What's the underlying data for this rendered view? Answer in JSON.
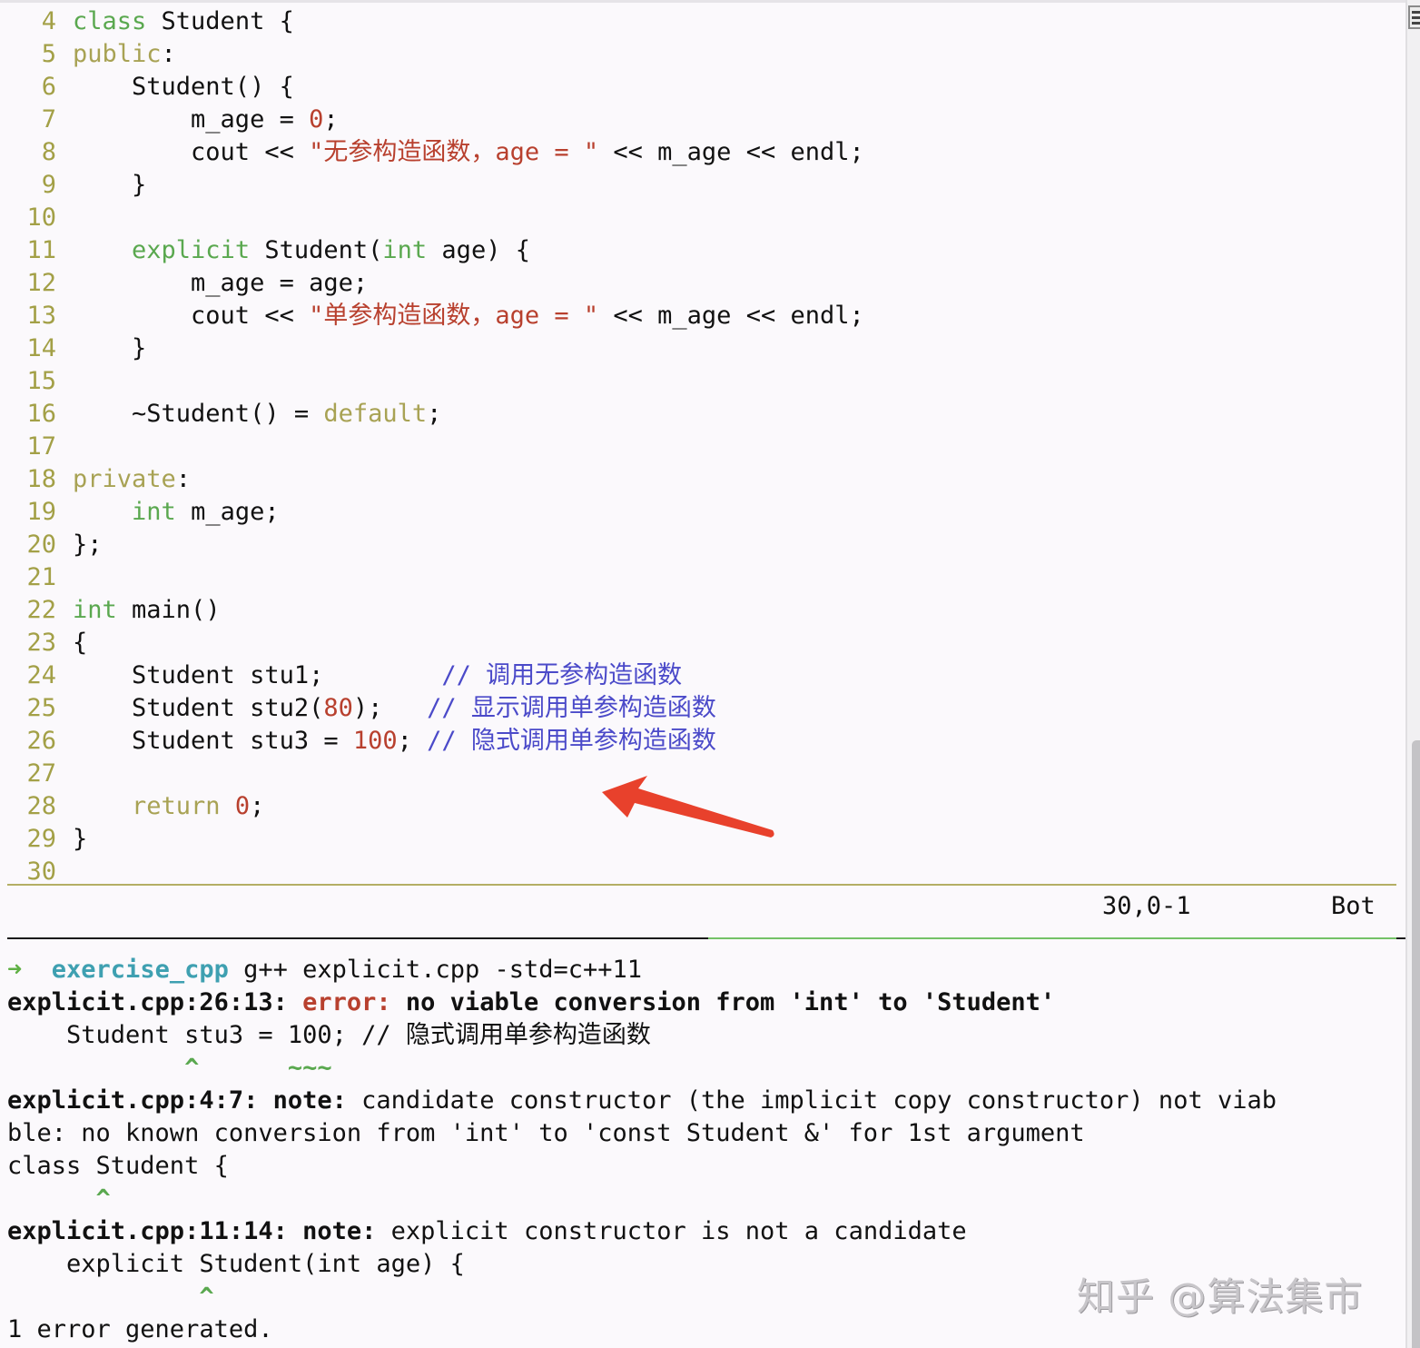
{
  "editor": {
    "lines": [
      {
        "n": "4",
        "segments": [
          {
            "t": "class",
            "c": "kw-type"
          },
          {
            "t": " Student {"
          }
        ]
      },
      {
        "n": "5",
        "segments": [
          {
            "t": "public",
            "c": "kw-stmt"
          },
          {
            "t": ":"
          }
        ]
      },
      {
        "n": "6",
        "segments": [
          {
            "t": "    Student() {"
          }
        ]
      },
      {
        "n": "7",
        "segments": [
          {
            "t": "        m_age = "
          },
          {
            "t": "0",
            "c": "num"
          },
          {
            "t": ";"
          }
        ]
      },
      {
        "n": "8",
        "segments": [
          {
            "t": "        cout << "
          },
          {
            "t": "\"无参构造函数，age = \"",
            "c": "str"
          },
          {
            "t": " << m_age << endl;"
          }
        ]
      },
      {
        "n": "9",
        "segments": [
          {
            "t": "    }"
          }
        ]
      },
      {
        "n": "10",
        "segments": []
      },
      {
        "n": "11",
        "segments": [
          {
            "t": "    "
          },
          {
            "t": "explicit",
            "c": "kw-type"
          },
          {
            "t": " Student("
          },
          {
            "t": "int",
            "c": "kw-type"
          },
          {
            "t": " age) {"
          }
        ]
      },
      {
        "n": "12",
        "segments": [
          {
            "t": "        m_age = age;"
          }
        ]
      },
      {
        "n": "13",
        "segments": [
          {
            "t": "        cout << "
          },
          {
            "t": "\"单参构造函数，age = \"",
            "c": "str"
          },
          {
            "t": " << m_age << endl;"
          }
        ]
      },
      {
        "n": "14",
        "segments": [
          {
            "t": "    }"
          }
        ]
      },
      {
        "n": "15",
        "segments": []
      },
      {
        "n": "16",
        "segments": [
          {
            "t": "    ~Student() = "
          },
          {
            "t": "default",
            "c": "kw-stmt"
          },
          {
            "t": ";"
          }
        ]
      },
      {
        "n": "17",
        "segments": []
      },
      {
        "n": "18",
        "segments": [
          {
            "t": "private",
            "c": "kw-stmt"
          },
          {
            "t": ":"
          }
        ]
      },
      {
        "n": "19",
        "segments": [
          {
            "t": "    "
          },
          {
            "t": "int",
            "c": "kw-type"
          },
          {
            "t": " m_age;"
          }
        ]
      },
      {
        "n": "20",
        "segments": [
          {
            "t": "};"
          }
        ]
      },
      {
        "n": "21",
        "segments": []
      },
      {
        "n": "22",
        "segments": [
          {
            "t": "int",
            "c": "kw-type"
          },
          {
            "t": " main()"
          }
        ]
      },
      {
        "n": "23",
        "segments": [
          {
            "t": "{"
          }
        ]
      },
      {
        "n": "24",
        "segments": [
          {
            "t": "    Student stu1;        "
          },
          {
            "t": "// 调用无参构造函数",
            "c": "cmt"
          }
        ]
      },
      {
        "n": "25",
        "segments": [
          {
            "t": "    Student stu2("
          },
          {
            "t": "80",
            "c": "num"
          },
          {
            "t": ");   "
          },
          {
            "t": "// 显示调用单参构造函数",
            "c": "cmt"
          }
        ]
      },
      {
        "n": "26",
        "segments": [
          {
            "t": "    Student stu3 = "
          },
          {
            "t": "100",
            "c": "num"
          },
          {
            "t": "; "
          },
          {
            "t": "// 隐式调用单参构造函数",
            "c": "cmt"
          }
        ]
      },
      {
        "n": "27",
        "segments": []
      },
      {
        "n": "28",
        "segments": [
          {
            "t": "    "
          },
          {
            "t": "return",
            "c": "kw-stmt"
          },
          {
            "t": " "
          },
          {
            "t": "0",
            "c": "num"
          },
          {
            "t": ";"
          }
        ]
      },
      {
        "n": "29",
        "segments": [
          {
            "t": "}"
          }
        ]
      },
      {
        "n": "30",
        "segments": []
      }
    ],
    "ruler": {
      "position": "30,0-1",
      "scroll": "Bot"
    }
  },
  "terminal": {
    "prompt_arrow": "➜",
    "prompt_dir": "exercise_cpp",
    "command": "g++ explicit.cpp -std=c++11",
    "output": [
      {
        "segments": [
          {
            "t": "explicit.cpp:26:13: ",
            "c": "b"
          },
          {
            "t": "error:",
            "c": "err"
          },
          {
            "t": " no viable conversion from 'int' to 'Student'",
            "c": "b"
          }
        ]
      },
      {
        "segments": [
          {
            "t": "    Student stu3 = 100; // 隐式调用单参构造函数"
          }
        ]
      },
      {
        "segments": [
          {
            "t": "            ^      ~~~",
            "c": "caret"
          }
        ]
      },
      {
        "segments": [
          {
            "t": "explicit.cpp:4:7: ",
            "c": "b"
          },
          {
            "t": "note:",
            "c": "b"
          },
          {
            "t": " candidate constructor (the implicit copy constructor) not viab"
          }
        ]
      },
      {
        "segments": [
          {
            "t": "ble: no known conversion from 'int' to 'const Student &' for 1st argument"
          }
        ]
      },
      {
        "segments": [
          {
            "t": "class Student {"
          }
        ]
      },
      {
        "segments": [
          {
            "t": "      ^",
            "c": "caret"
          }
        ]
      },
      {
        "segments": [
          {
            "t": "explicit.cpp:11:14: ",
            "c": "b"
          },
          {
            "t": "note:",
            "c": "b"
          },
          {
            "t": " explicit constructor is not a candidate"
          }
        ]
      },
      {
        "segments": [
          {
            "t": "    explicit Student(int age) {"
          }
        ]
      },
      {
        "segments": [
          {
            "t": "             ^",
            "c": "caret"
          }
        ]
      },
      {
        "segments": [
          {
            "t": "1 error generated."
          }
        ]
      }
    ]
  },
  "annotation": {
    "arrow_color": "#e8412c"
  },
  "watermark": {
    "text": "知乎 @算法集市"
  }
}
